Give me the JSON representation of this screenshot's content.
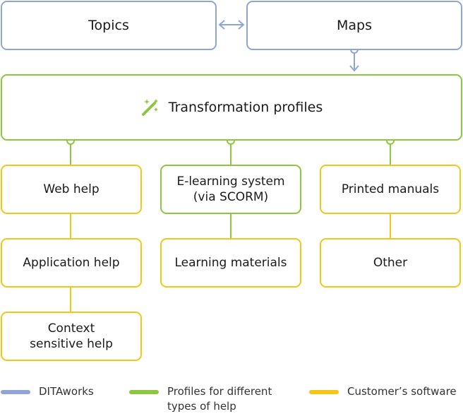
{
  "nodes": {
    "topics": "Topics",
    "maps": "Maps",
    "transformation": "Transformation profiles",
    "web_help": "Web help",
    "elearning": "E-learning system\n(via SCORM)",
    "printed": "Printed manuals",
    "app_help": "Application help",
    "learning": "Learning materials",
    "other": "Other",
    "context": "Context\nsensitive help"
  },
  "legend": [
    {
      "label": "DITAworks",
      "color": "#8fa6d4"
    },
    {
      "label": "Profiles for different\ntypes of help",
      "color": "#8dc63f"
    },
    {
      "label": "Customer’s software",
      "color": "#f5c518"
    }
  ],
  "colors": {
    "blue": "#8fa6d4",
    "green": "#8dc63f",
    "yellow": "#f5c518"
  },
  "icons": {
    "transformation": "magic-wand-icon"
  }
}
